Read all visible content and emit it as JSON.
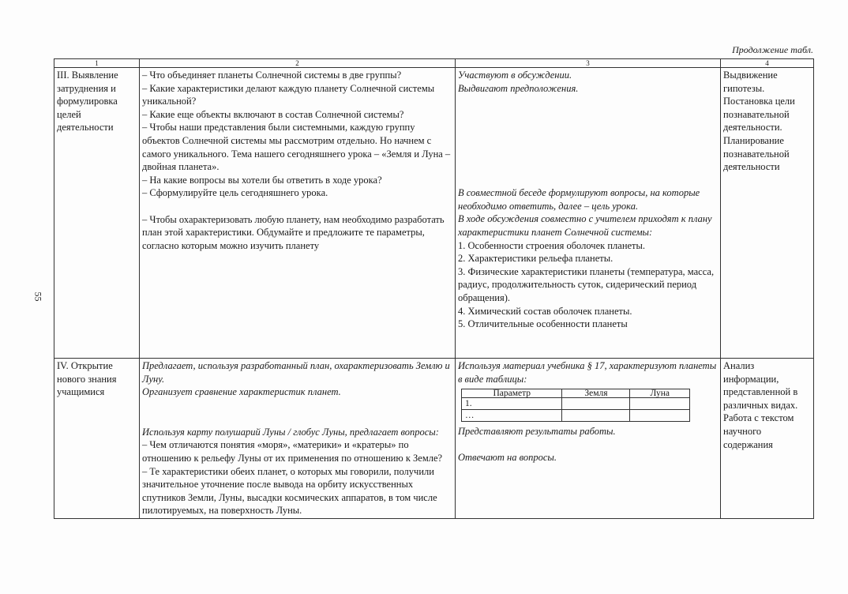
{
  "page_number": "55",
  "continued_label": "Продолжение табл.",
  "headers": [
    "1",
    "2",
    "3",
    "4"
  ],
  "row3": {
    "stage": "III. Выявление затруднения и формулировка целей деятельности",
    "teacher": [
      "– Что объединяет планеты Солнечной системы в две группы?",
      "– Какие характеристики делают каждую планету Солнечной системы уникальной?",
      "– Какие еще объекты включают в состав Солнечной системы?",
      "– Чтобы наши представления были системными, каждую группу объектов Солнечной системы мы рассмотрим отдельно. Но начнем с самого уникального. Тема нашего сегодняшнего урока – «Земля и Луна – двойная планета».",
      "– На какие вопросы вы хотели бы ответить в ходе урока?",
      "– Сформулируйте цель сегодняшнего урока.",
      "– Чтобы охарактеризовать любую планету, нам необходимо разработать план этой характеристики. Обдумайте и предложите те параметры, согласно которым можно изучить планету"
    ],
    "students_top": [
      "Участвуют в обсуждении.",
      "Выдвигают предположения."
    ],
    "students_mid": [
      "В совместной беседе формулируют вопросы, на которые необходимо ответить, далее – цель урока.",
      "В ходе обсуждения совместно с учителем приходят к плану характеристики планет Солнечной системы:"
    ],
    "plan": [
      "1. Особенности строения оболочек планеты.",
      "2. Характеристики рельефа планеты.",
      "3. Физические характеристики планеты (температура, масса, радиус, продолжительность суток, сидерический период обращения).",
      "4. Химический состав оболочек планеты.",
      "5. Отличительные особенности планеты"
    ],
    "uud": "Выдвижение гипотезы. Постановка цели познавательной деятельности. Планирование познавательной деятельности"
  },
  "row4": {
    "stage": "IV. Открытие нового знания учащимися",
    "teacher_italic_1": "Предлагает, используя разработанный план, охарактеризовать Землю и Луну.",
    "teacher_italic_2": "Организует сравнение характеристик планет.",
    "teacher_italic_3": "Используя карту полушарий Луны / глобус Луны, предлагает вопросы:",
    "teacher_q1": "– Чем отличаются понятия «моря», «материки» и «кратеры» по отношению к рельефу Луны от их применения по отношению к Земле?",
    "teacher_q2": "– Те характеристики обеих планет, о которых мы говорили, получили значительное уточнение после вывода на орбиту искусственных спутников Земли, Луны, высадки космических аппаратов, в том числе пилотируемых, на поверхность Луны.",
    "students_1": "Используя материал учебника § 17, характеризуют планеты в виде таблицы:",
    "inner_table": {
      "headers": [
        "Параметр",
        "Земля",
        "Луна"
      ],
      "rows": [
        [
          "1.",
          "",
          ""
        ],
        [
          "…",
          "",
          ""
        ]
      ]
    },
    "students_2": "Представляют результаты работы.",
    "students_3": "Отвечают на вопросы.",
    "uud": "Анализ информации, представленной в различных видах. Работа с текстом научного содержания"
  }
}
